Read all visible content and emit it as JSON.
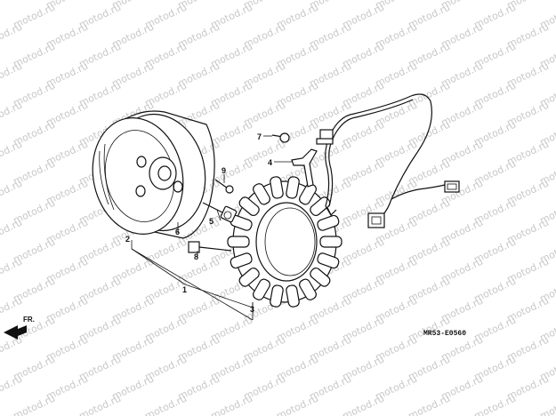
{
  "watermark": "motod.ru",
  "diagram_code": "MR53-E0560",
  "direction_label": "FR.",
  "callouts": [
    {
      "id": "1",
      "label": "1"
    },
    {
      "id": "2",
      "label": "2"
    },
    {
      "id": "3",
      "label": "3"
    },
    {
      "id": "4",
      "label": "4"
    },
    {
      "id": "5",
      "label": "5"
    },
    {
      "id": "6",
      "label": "6"
    },
    {
      "id": "7",
      "label": "7"
    },
    {
      "id": "8",
      "label": "8"
    },
    {
      "id": "9",
      "label": "9"
    }
  ],
  "colors": {
    "ink": "#111111",
    "watermark": "#c8c8c8",
    "background": "#ffffff"
  }
}
